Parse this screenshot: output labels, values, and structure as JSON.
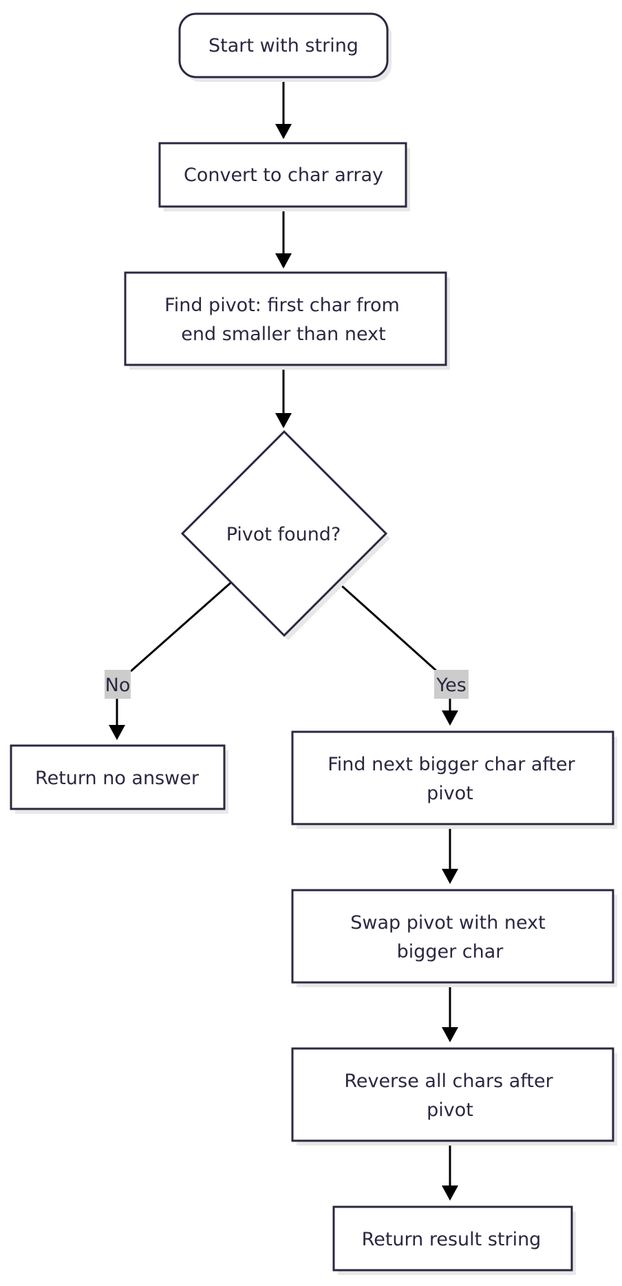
{
  "nodes": {
    "start": {
      "lines": [
        "Start with string"
      ]
    },
    "convert": {
      "lines": [
        "Convert to char array"
      ]
    },
    "find_pivot": {
      "lines": [
        "Find pivot: first char from",
        "end smaller than next"
      ]
    },
    "pivot_found": {
      "lines": [
        "Pivot found?"
      ]
    },
    "return_no": {
      "lines": [
        "Return no answer"
      ]
    },
    "find_next": {
      "lines": [
        "Find next bigger char after",
        "pivot"
      ]
    },
    "swap": {
      "lines": [
        "Swap pivot with next",
        "bigger char"
      ]
    },
    "reverse": {
      "lines": [
        "Reverse all chars after",
        "pivot"
      ]
    },
    "return_result": {
      "lines": [
        "Return result string"
      ]
    }
  },
  "edges": {
    "no_label": "No",
    "yes_label": "Yes"
  },
  "colors": {
    "stroke": "#2a2840",
    "arrow": "#000000",
    "shadow": "#e8e8e8",
    "label_bg": "#cccccc"
  }
}
